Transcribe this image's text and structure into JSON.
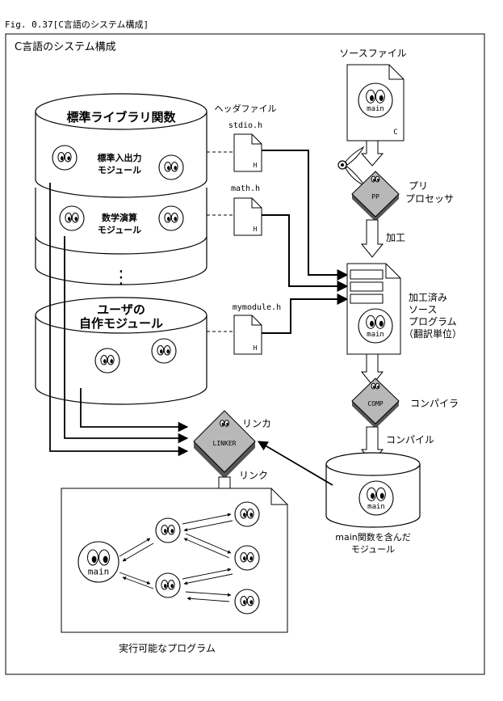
{
  "figure": {
    "caption": "Fig. 0.37[C言語のシステム構成]",
    "frame_title": "C言語のシステム構成"
  },
  "stack": {
    "stdlib_title": "標準ライブラリ関数",
    "module_io": [
      "標準入出力",
      "モジュール"
    ],
    "module_math": [
      "数学演算",
      "モジュール"
    ],
    "ellipsis": "⋮",
    "user_module": [
      "ユーザの",
      "自作モジュール"
    ]
  },
  "headers": {
    "group_label": "ヘッダファイル",
    "files": [
      {
        "name": "stdio.h",
        "mark": "H"
      },
      {
        "name": "math.h",
        "mark": "H"
      },
      {
        "name": "mymodule.h",
        "mark": "H"
      }
    ]
  },
  "source": {
    "label": "ソースファイル",
    "face_text": "main",
    "mark": "C"
  },
  "preprocessor": {
    "badge": "PP",
    "label": [
      "プリ",
      "プロセッサ"
    ],
    "arrow_label": "加工"
  },
  "processed": {
    "label": [
      "加工済み",
      "ソース",
      "プログラム",
      "（翻訳単位）"
    ],
    "face_text": "main"
  },
  "compiler": {
    "badge": "COMP",
    "label": "コンパイラ",
    "arrow_label": "コンパイル"
  },
  "main_module": {
    "face_text": "main",
    "label": [
      "main関数を含んだ",
      "モジュール"
    ]
  },
  "linker": {
    "badge": "LINKER",
    "label": "リンカ",
    "arrow_label": "リンク"
  },
  "program": {
    "label": "実行可能なプログラム",
    "face_text": "main"
  }
}
